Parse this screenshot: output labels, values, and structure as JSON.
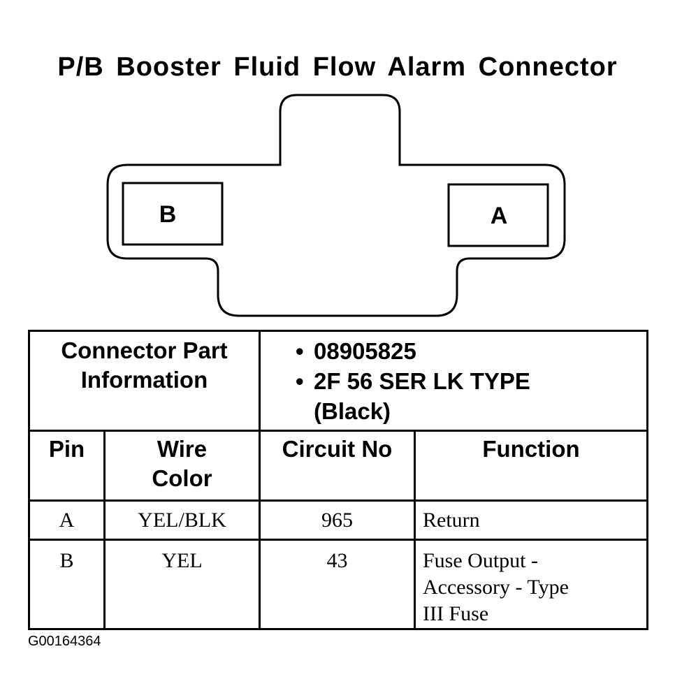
{
  "title": "P/B Booster Fluid Flow Alarm Connector",
  "connector": {
    "cavities": [
      "B",
      "A"
    ]
  },
  "table": {
    "part_info_label_line1": "Connector Part",
    "part_info_label_line2": "Information",
    "part_number": "08905825",
    "part_type_line1": "2F 56 SER LK TYPE",
    "part_type_line2": "(Black)",
    "bullet": "•",
    "headers": {
      "pin": "Pin",
      "wire_color_line1": "Wire",
      "wire_color_line2": "Color",
      "circuit_no": "Circuit No",
      "function": "Function"
    },
    "rows": [
      {
        "pin": "A",
        "wire_color": "YEL/BLK",
        "circuit_no": "965",
        "function": [
          "Return"
        ]
      },
      {
        "pin": "B",
        "wire_color": "YEL",
        "circuit_no": "43",
        "function": [
          "Fuse Output -",
          "Accessory - Type",
          "III Fuse"
        ]
      }
    ]
  },
  "figure_id": "G00164364"
}
